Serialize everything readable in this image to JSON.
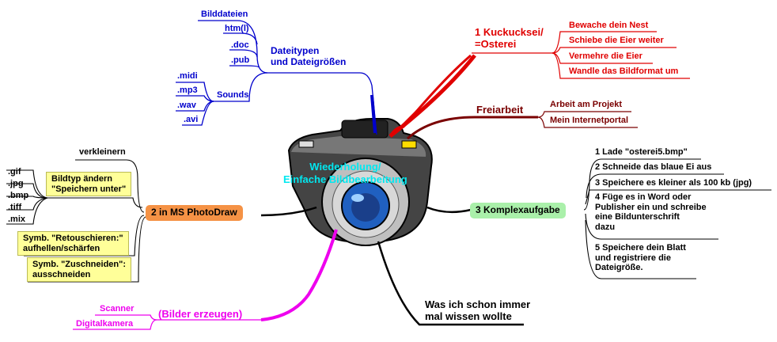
{
  "center": {
    "line1": "Wiederholung/",
    "line2": "Einfache Bildbearbeitung"
  },
  "branches": {
    "dateitypen": {
      "title_line1": "Dateitypen",
      "title_line2": "und Dateigrößen",
      "items": [
        "Bilddateien",
        "htm(l)",
        ".doc",
        ".pub"
      ],
      "sounds": {
        "label": "Sounds",
        "items": [
          ".midi",
          ".mp3",
          ".wav",
          ".avi"
        ]
      }
    },
    "kuckucksei": {
      "title_line1": "1 Kuckucksei/",
      "title_line2": "=Osterei",
      "items": [
        "Bewache dein Nest",
        "Schiebe die Eier weiter",
        "Vermehre die Eier",
        "Wandle das Bildformat um"
      ]
    },
    "freiarbeit": {
      "title": "Freiarbeit",
      "items": [
        "Arbeit am Projekt",
        "Mein Internetportal"
      ]
    },
    "komplexaufgabe": {
      "title": "3 Komplexaufgabe",
      "items": [
        "1 Lade \"osterei5.bmp\"",
        "2 Schneide das blaue Ei aus",
        "3 Speichere es kleiner als 100 kb (jpg)",
        "4 Füge es in Word oder",
        "Publisher ein und schreibe",
        "eine Bildunterschrift",
        "dazu",
        "5 Speichere dein Blatt",
        "und registriere die",
        "Dateigröße."
      ]
    },
    "photodraw": {
      "title": "2 in MS PhotoDraw",
      "verkleinern": "verkleinern",
      "bildtyp_line1": "Bildtyp ändern",
      "bildtyp_line2": "\"Speichern unter\"",
      "formats": [
        ".gif",
        ".jpg",
        ".bmp",
        ".tiff",
        ".mix"
      ],
      "retusch_line1": "Symb. \"Retouschieren:\"",
      "retusch_line2": "aufhellen/schärfen",
      "zuschneiden_line1": "Symb. \"Zuschneiden\":",
      "zuschneiden_line2": "ausschneiden"
    },
    "bilder": {
      "title": "(Bilder erzeugen)",
      "items": [
        "Scanner",
        "Digitalkamera"
      ]
    },
    "wissen": {
      "title_line1": "Was ich schon immer",
      "title_line2": "mal wissen wollte"
    }
  },
  "colors": {
    "dateitypen": "#0000cc",
    "kuckucksei": "#e00000",
    "freiarbeit": "#7a0000",
    "komplexaufgabe": "#000000",
    "photodraw": "#000000",
    "bilder": "#ee00ee",
    "wissen": "#000000",
    "center_text": "#00e8f0"
  },
  "icons": {
    "center_image": "camera-icon"
  }
}
